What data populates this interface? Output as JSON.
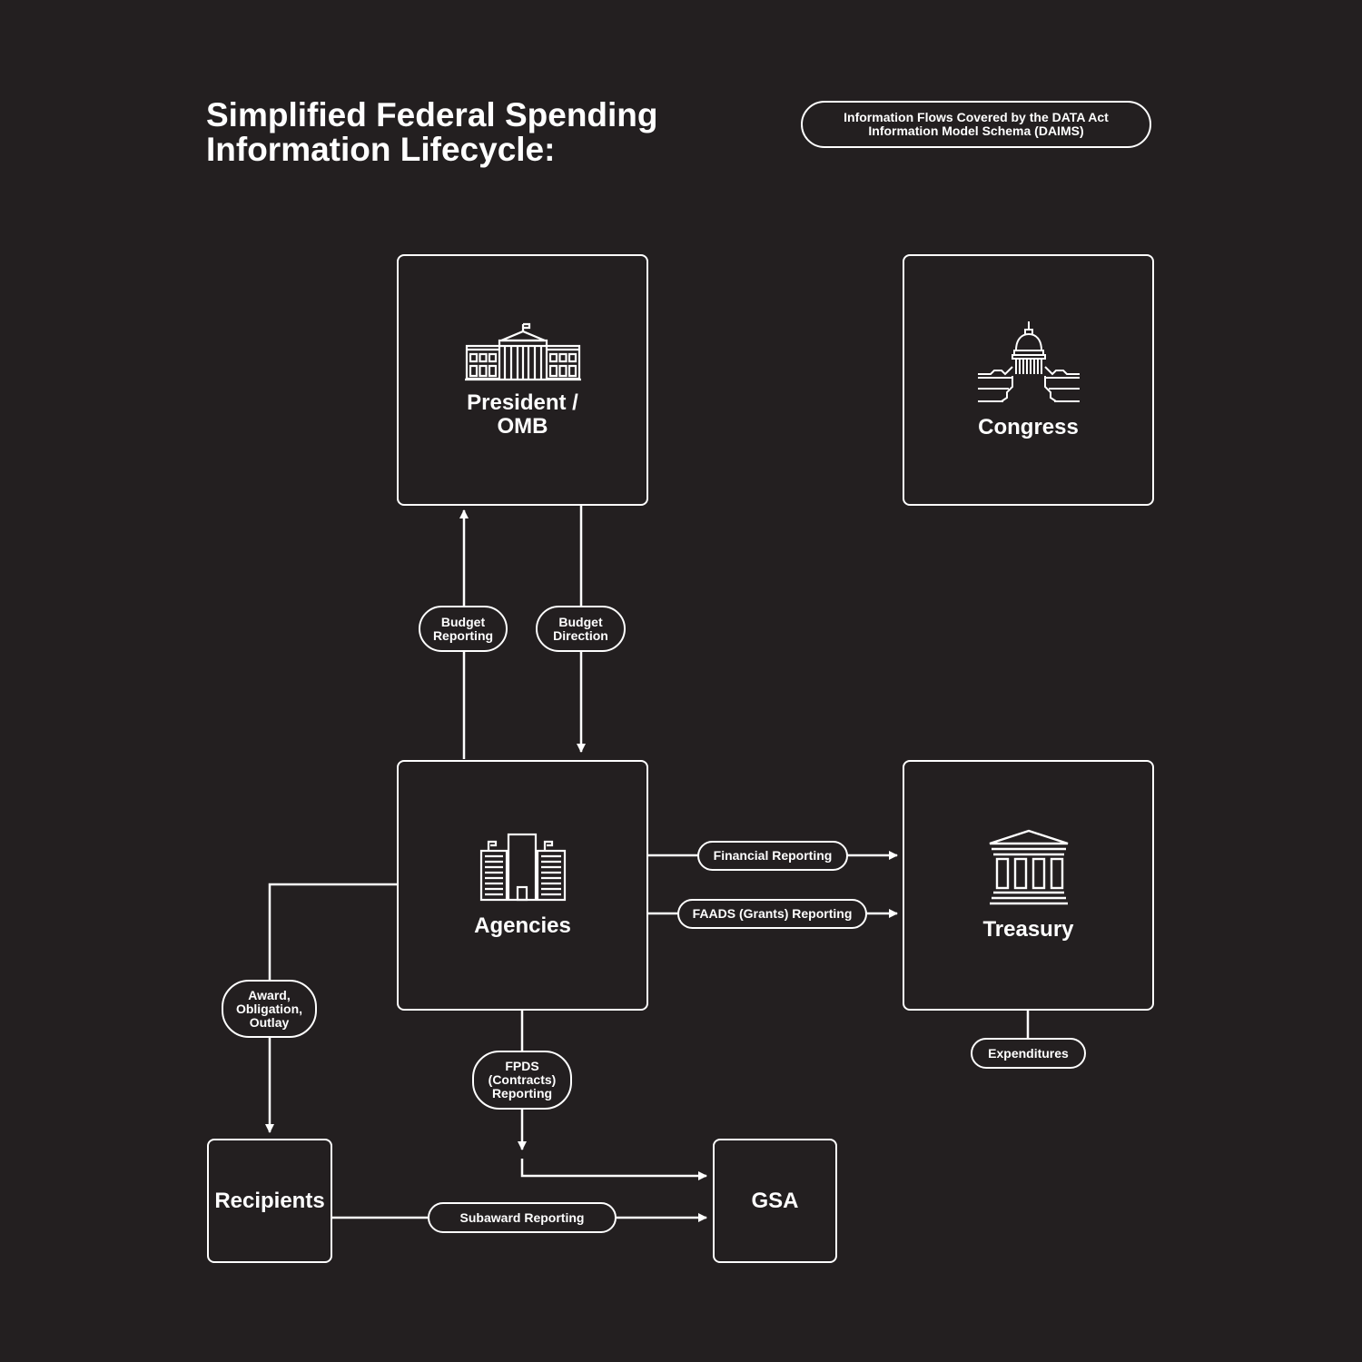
{
  "title": {
    "line1": "Simplified Federal Spending",
    "line2": "Information Lifecycle:"
  },
  "legend": {
    "line1": "Information Flows Covered by the DATA Act",
    "line2": "Information Model Schema (DAIMS)"
  },
  "nodes": {
    "president": {
      "line1": "President /",
      "line2": "OMB",
      "icon": "white-house-icon"
    },
    "congress": {
      "label": "Congress",
      "icon": "capitol-icon"
    },
    "agencies": {
      "label": "Agencies",
      "icon": "office-buildings-icon"
    },
    "treasury": {
      "label": "Treasury",
      "icon": "treasury-building-icon"
    },
    "recipients": {
      "label": "Recipients"
    },
    "gsa": {
      "label": "GSA"
    }
  },
  "flows": {
    "budget_reporting": {
      "line1": "Budget",
      "line2": "Reporting"
    },
    "budget_direction": {
      "line1": "Budget",
      "line2": "Direction"
    },
    "financial_reporting": {
      "label": "Financial Reporting"
    },
    "faads_reporting": {
      "label": "FAADS (Grants) Reporting"
    },
    "award_obligation_outlay": {
      "line1": "Award,",
      "line2": "Obligation,",
      "line3": "Outlay"
    },
    "fpds_reporting": {
      "line1": "FPDS",
      "line2": "(Contracts)",
      "line3": "Reporting"
    },
    "expenditures": {
      "label": "Expenditures"
    },
    "subaward_reporting": {
      "label": "Subaward Reporting"
    }
  },
  "colors": {
    "background": "#231f20",
    "foreground": "#ffffff"
  }
}
